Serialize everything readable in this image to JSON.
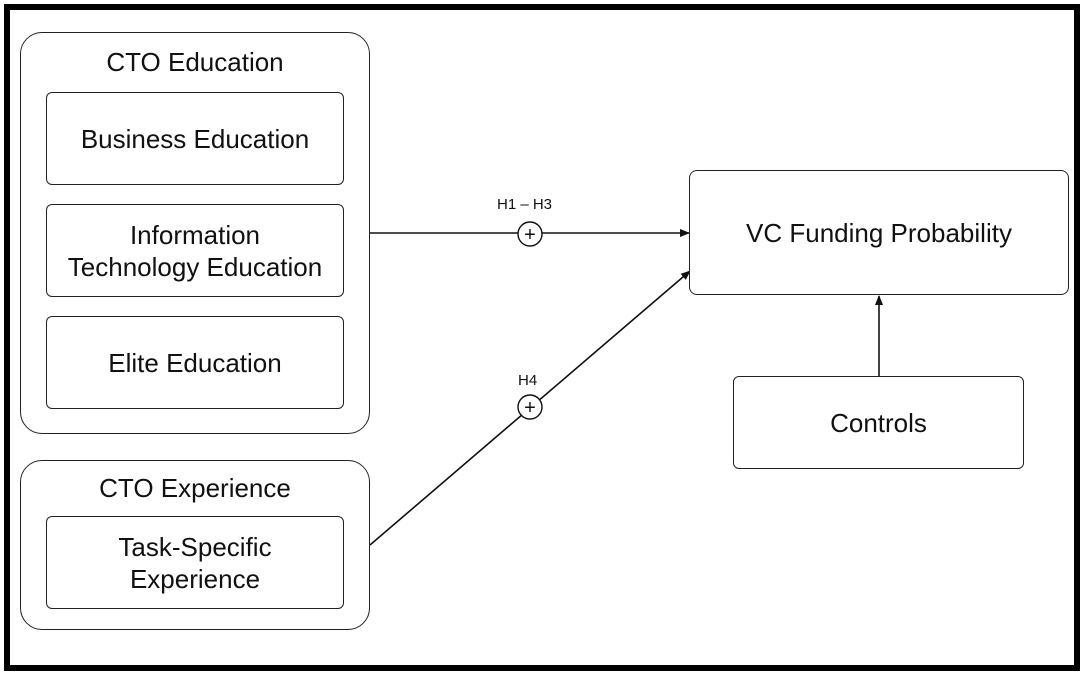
{
  "edu_group": {
    "title": "CTO Education",
    "items": [
      {
        "label": "Business Education"
      },
      {
        "label_line1": "Information",
        "label_line2": "Technology Education"
      },
      {
        "label": "Elite Education"
      }
    ]
  },
  "exp_group": {
    "title": "CTO Experience",
    "items": [
      {
        "label_line1": "Task-Specific",
        "label_line2": "Experience"
      }
    ]
  },
  "outcome": {
    "label": "VC Funding Probability"
  },
  "controls": {
    "label": "Controls"
  },
  "paths": [
    {
      "hypothesis": "H1 – H3",
      "sign": "+"
    },
    {
      "hypothesis": "H4",
      "sign": "+"
    }
  ]
}
